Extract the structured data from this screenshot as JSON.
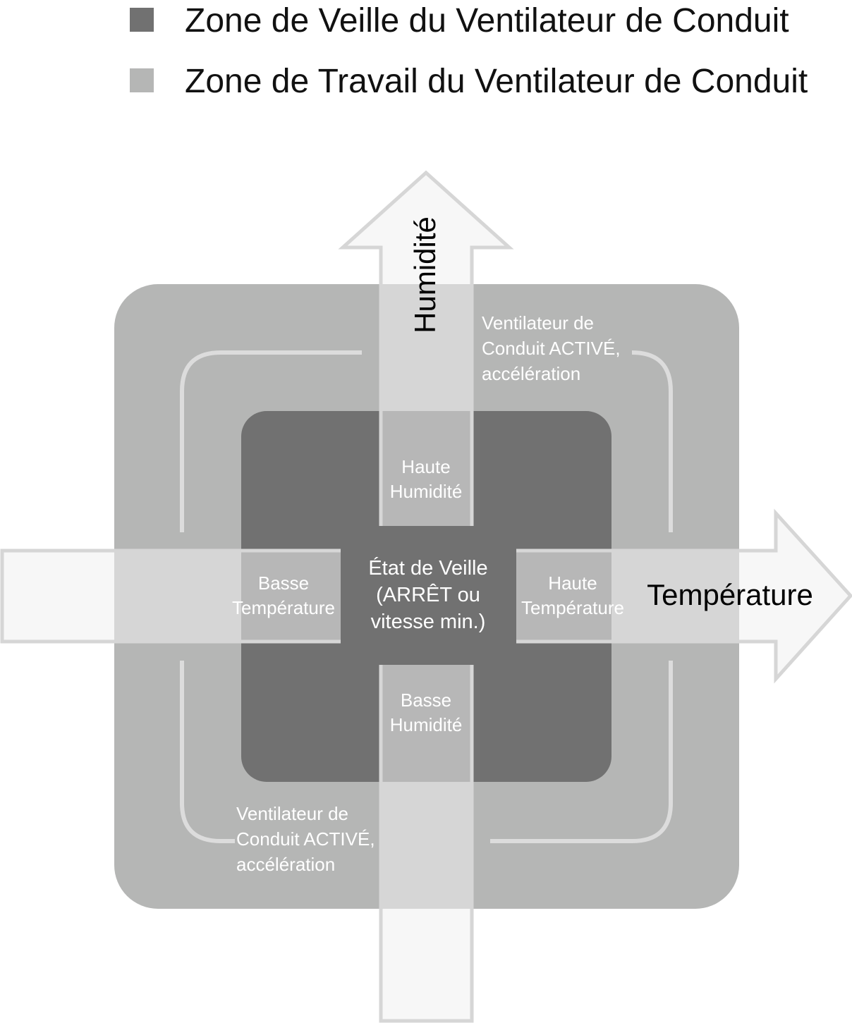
{
  "legend": {
    "standby_label": "Zone de Veille du Ventilateur de Conduit",
    "work_label": "Zone de Travail du Ventilateur de Conduit",
    "standby_color": "#717171",
    "work_color": "#b5b6b5"
  },
  "axes": {
    "humidity": "Humidité",
    "temperature": "Température"
  },
  "zones": {
    "center": [
      "État de Veille",
      "(ARRÊT ou",
      "vitesse min.)"
    ],
    "high_humidity": [
      "Haute",
      "Humidité"
    ],
    "low_humidity": [
      "Basse",
      "Humidité"
    ],
    "low_temperature": [
      "Basse",
      "Température"
    ],
    "high_temperature": [
      "Haute",
      "Température"
    ]
  },
  "active_labels": {
    "top_right": [
      "Ventilateur de",
      "Conduit ACTIVÉ,",
      "accélération"
    ],
    "bottom_left": [
      "Ventilateur de",
      "Conduit ACTIVÉ,",
      "accélération"
    ]
  },
  "colors": {
    "arrow_fill": "#f1f1f1",
    "arrow_stroke": "#d6d6d6",
    "bracket": "#dcdcdc"
  }
}
